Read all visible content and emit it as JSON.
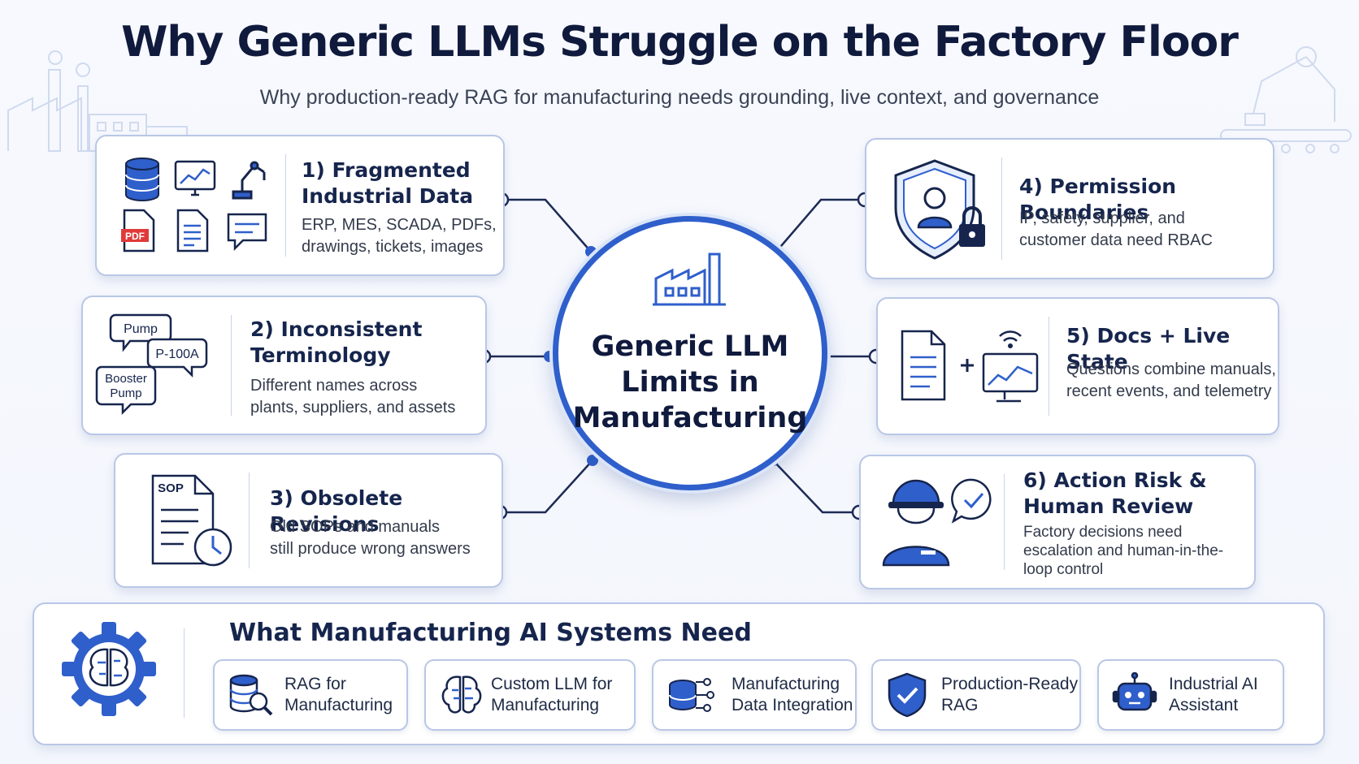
{
  "title": "Why Generic LLMs Struggle on the Factory Floor",
  "subtitle": "Why production-ready RAG for manufacturing needs grounding, live context, and governance",
  "center": {
    "line1": "Generic LLM",
    "line2": "Limits in",
    "line3": "Manufacturing"
  },
  "cards": [
    {
      "title1": "1) Fragmented",
      "title2": "Industrial Data",
      "body1": "ERP, MES, SCADA, PDFs,",
      "body2": "drawings, tickets, images",
      "icon_badge": "PDF"
    },
    {
      "title1": "2) Inconsistent",
      "title2": "Terminology",
      "body1": "Different names across",
      "body2": "plants, suppliers, and assets",
      "bubbles": {
        "a": "Pump",
        "b": "P-100A",
        "c1": "Booster",
        "c2": "Pump"
      }
    },
    {
      "title1": "3) Obsolete Revisions",
      "body1": "Old SOPs and manuals",
      "body2": "still produce wrong answers",
      "icon_badge": "SOP"
    },
    {
      "title1": "4) Permission Boundaries",
      "body1": "IP, safety, supplier, and",
      "body2": "customer data need RBAC"
    },
    {
      "title1": "5) Docs + Live State",
      "body1": "Questions combine manuals,",
      "body2": "recent events, and telemetry"
    },
    {
      "title1": "6) Action Risk &",
      "title2": "Human Review",
      "body1": "Factory decisions need",
      "body2": "escalation and human-in-the-",
      "body3": "loop control"
    }
  ],
  "needs": {
    "title": "What Manufacturing AI Systems Need",
    "items": [
      {
        "line1": "RAG for",
        "line2": "Manufacturing",
        "icon": "database-search-icon"
      },
      {
        "line1": "Custom LLM for",
        "line2": "Manufacturing",
        "icon": "brain-icon"
      },
      {
        "line1": "Manufacturing",
        "line2": "Data Integration",
        "icon": "data-integration-icon"
      },
      {
        "line1": "Production-Ready",
        "line2": "RAG",
        "icon": "shield-check-icon"
      },
      {
        "line1": "Industrial AI",
        "line2": "Assistant",
        "icon": "robot-icon"
      }
    ]
  },
  "colors": {
    "accent": "#2f5fcb",
    "navy": "#16254d",
    "border": "#b9c7e6"
  }
}
